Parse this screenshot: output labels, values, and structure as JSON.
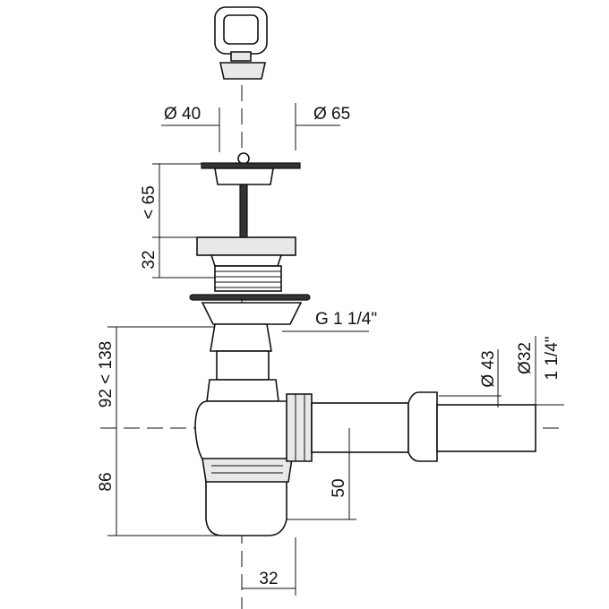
{
  "labels": {
    "dia_40": "Ø 40",
    "dia_65": "Ø 65",
    "max_65": "< 65",
    "h_32": "32",
    "thread": "G 1 1/4\"",
    "range_92_138": "92 < 138",
    "h_86": "86",
    "h_50": "50",
    "offset_32": "32",
    "dia_43": "Ø 43",
    "dia_32": "Ø32",
    "pipe_thread": "1 1/4\""
  }
}
